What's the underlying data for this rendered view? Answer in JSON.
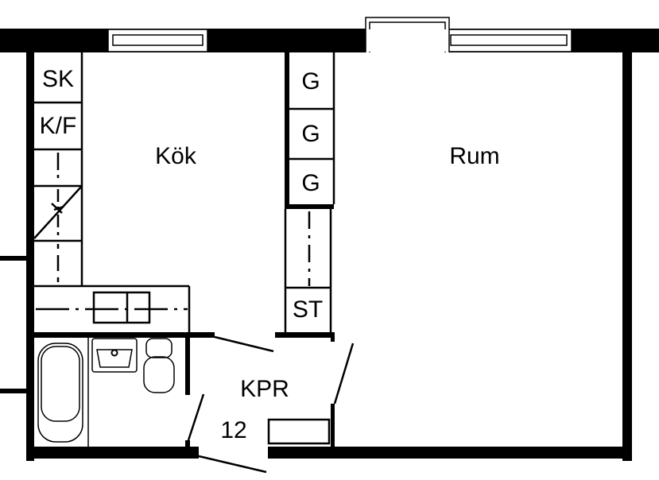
{
  "plan": {
    "rooms": {
      "kitchen": "Kök",
      "living_room": "Rum",
      "closet": "KPR",
      "closet_number": "12"
    },
    "fixtures": {
      "sk": "SK",
      "kf": "K/F",
      "g1": "G",
      "g2": "G",
      "g3": "G",
      "st": "ST"
    }
  }
}
